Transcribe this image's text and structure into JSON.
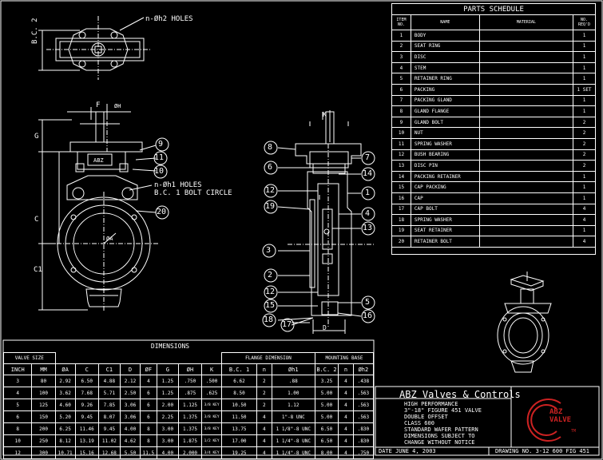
{
  "parts_schedule": {
    "title": "PARTS SCHEDULE",
    "headers": [
      "ITEM NO.",
      "NAME",
      "MATERIAL",
      "NO. REQ'D"
    ],
    "rows": [
      [
        "1",
        "BODY",
        "",
        "1"
      ],
      [
        "2",
        "SEAT RING",
        "",
        "1"
      ],
      [
        "3",
        "DISC",
        "",
        "1"
      ],
      [
        "4",
        "STEM",
        "",
        "1"
      ],
      [
        "5",
        "RETAINER RING",
        "",
        "1"
      ],
      [
        "6",
        "PACKING",
        "",
        "1 SET"
      ],
      [
        "7",
        "PACKING GLAND",
        "",
        "1"
      ],
      [
        "8",
        "GLAND FLANGE",
        "",
        "1"
      ],
      [
        "9",
        "GLAND BOLT",
        "",
        "2"
      ],
      [
        "10",
        "NUT",
        "",
        "2"
      ],
      [
        "11",
        "SPRING WASHER",
        "",
        "2"
      ],
      [
        "12",
        "BUSH BEARING",
        "",
        "2"
      ],
      [
        "13",
        "DISC PIN",
        "",
        "2"
      ],
      [
        "14",
        "PACKING RETAINER",
        "",
        "1"
      ],
      [
        "15",
        "CAP PACKING",
        "",
        "1"
      ],
      [
        "16",
        "CAP",
        "",
        "1"
      ],
      [
        "17",
        "CAP BOLT",
        "",
        "4"
      ],
      [
        "18",
        "SPRING WASHER",
        "",
        "4"
      ],
      [
        "19",
        "SEAT RETAINER",
        "",
        "1"
      ],
      [
        "20",
        "RETAINER BOLT",
        "",
        "4"
      ]
    ]
  },
  "dimensions": {
    "title": "DIMENSIONS",
    "group_headers": {
      "valve_size": "VALVE SIZE",
      "flange": "FLANGE DIMENSION",
      "mounting": "MOUNTING BASE"
    },
    "headers": [
      "INCH",
      "MM",
      "ØA",
      "C",
      "C1",
      "D",
      "ØF",
      "G",
      "ØH",
      "K",
      "B.C. 1",
      "n",
      "Øh1",
      "B.C. 2",
      "n",
      "Øh2"
    ],
    "rows": [
      [
        "3",
        "80",
        "2.92",
        "6.50",
        "4.88",
        "2.12",
        "4",
        "1.25",
        ".750",
        ".500",
        "6.62",
        "2",
        ".88",
        "3.25",
        "4",
        ".438"
      ],
      [
        "4",
        "100",
        "3.62",
        "7.68",
        "5.71",
        "2.50",
        "6",
        "1.25",
        ".875",
        ".625",
        "8.50",
        "2",
        "1.00",
        "5.00",
        "4",
        ".563"
      ],
      [
        "5",
        "125",
        "4.60",
        "9.26",
        "7.85",
        "3.06",
        "6",
        "2.00",
        "1.125",
        "3/8 KEY",
        "10.50",
        "2",
        "1.12",
        "5.00",
        "4",
        ".563"
      ],
      [
        "6",
        "150",
        "5.20",
        "9.45",
        "8.07",
        "3.06",
        "6",
        "2.25",
        "1.375",
        "3/8 KEY",
        "11.50",
        "4",
        "1\"-8 UNC",
        "5.00",
        "4",
        ".563"
      ],
      [
        "8",
        "200",
        "6.25",
        "11.46",
        "9.45",
        "4.00",
        "8",
        "3.00",
        "1.375",
        "3/8 KEY",
        "13.75",
        "4",
        "1 1/8\"-8 UNC",
        "6.50",
        "4",
        ".830"
      ],
      [
        "10",
        "250",
        "8.12",
        "13.19",
        "11.02",
        "4.62",
        "8",
        "3.00",
        "1.875",
        "1/2 KEY",
        "17.00",
        "4",
        "1 1/4\"-8 UNC",
        "6.50",
        "4",
        ".830"
      ],
      [
        "12",
        "300",
        "10.71",
        "15.16",
        "12.68",
        "5.50",
        "11.5",
        "4.00",
        "2.000",
        "3/4 KEY",
        "19.25",
        "4",
        "1 1/4\"-8 UNC",
        "8.00",
        "4",
        ".750"
      ]
    ]
  },
  "title_block": {
    "company": "ABZ Valves & Controls",
    "lines": [
      "HIGH PERFORMANCE",
      "3\"-18\" FIGURE 451 VALVE",
      "DOUBLE OFFSET",
      "CLASS 600",
      "STANDARD WAFER PATTERN",
      "DIMENSIONS SUBJECT TO",
      "CHANGE WITHOUT NOTICE"
    ],
    "logo_text": "ABZ VALVE",
    "logo_tm": "TM",
    "date": "DATE JUNE 4, 2003",
    "drawing_no": "DRAWING NO. 3-12 600 FIG 451"
  },
  "drawing_labels": {
    "holes_top": "n-Øh2  HOLES",
    "bc2": "B.C. 2",
    "f": "F",
    "g": "G",
    "h": "ØH",
    "holes_mid": "n-Øh1 HOLES",
    "bc1": "B.C. 1  BOLT CIRCLE",
    "c": "C",
    "c1": "C1",
    "a": "ØA",
    "abz_plate": "ABZ",
    "k": "K",
    "d": "D",
    "front_balloons": [
      "9",
      "11",
      "10",
      "20"
    ],
    "section_left_balloons": [
      "8",
      "6",
      "12",
      "19",
      "3",
      "2",
      "12",
      "15",
      "18",
      "17"
    ],
    "section_right_balloons": [
      "7",
      "14",
      "1",
      "4",
      "13",
      "5",
      "16"
    ]
  },
  "colors": {
    "background": "#000000",
    "lines": "#ffffff",
    "logo": "#cc2222"
  }
}
